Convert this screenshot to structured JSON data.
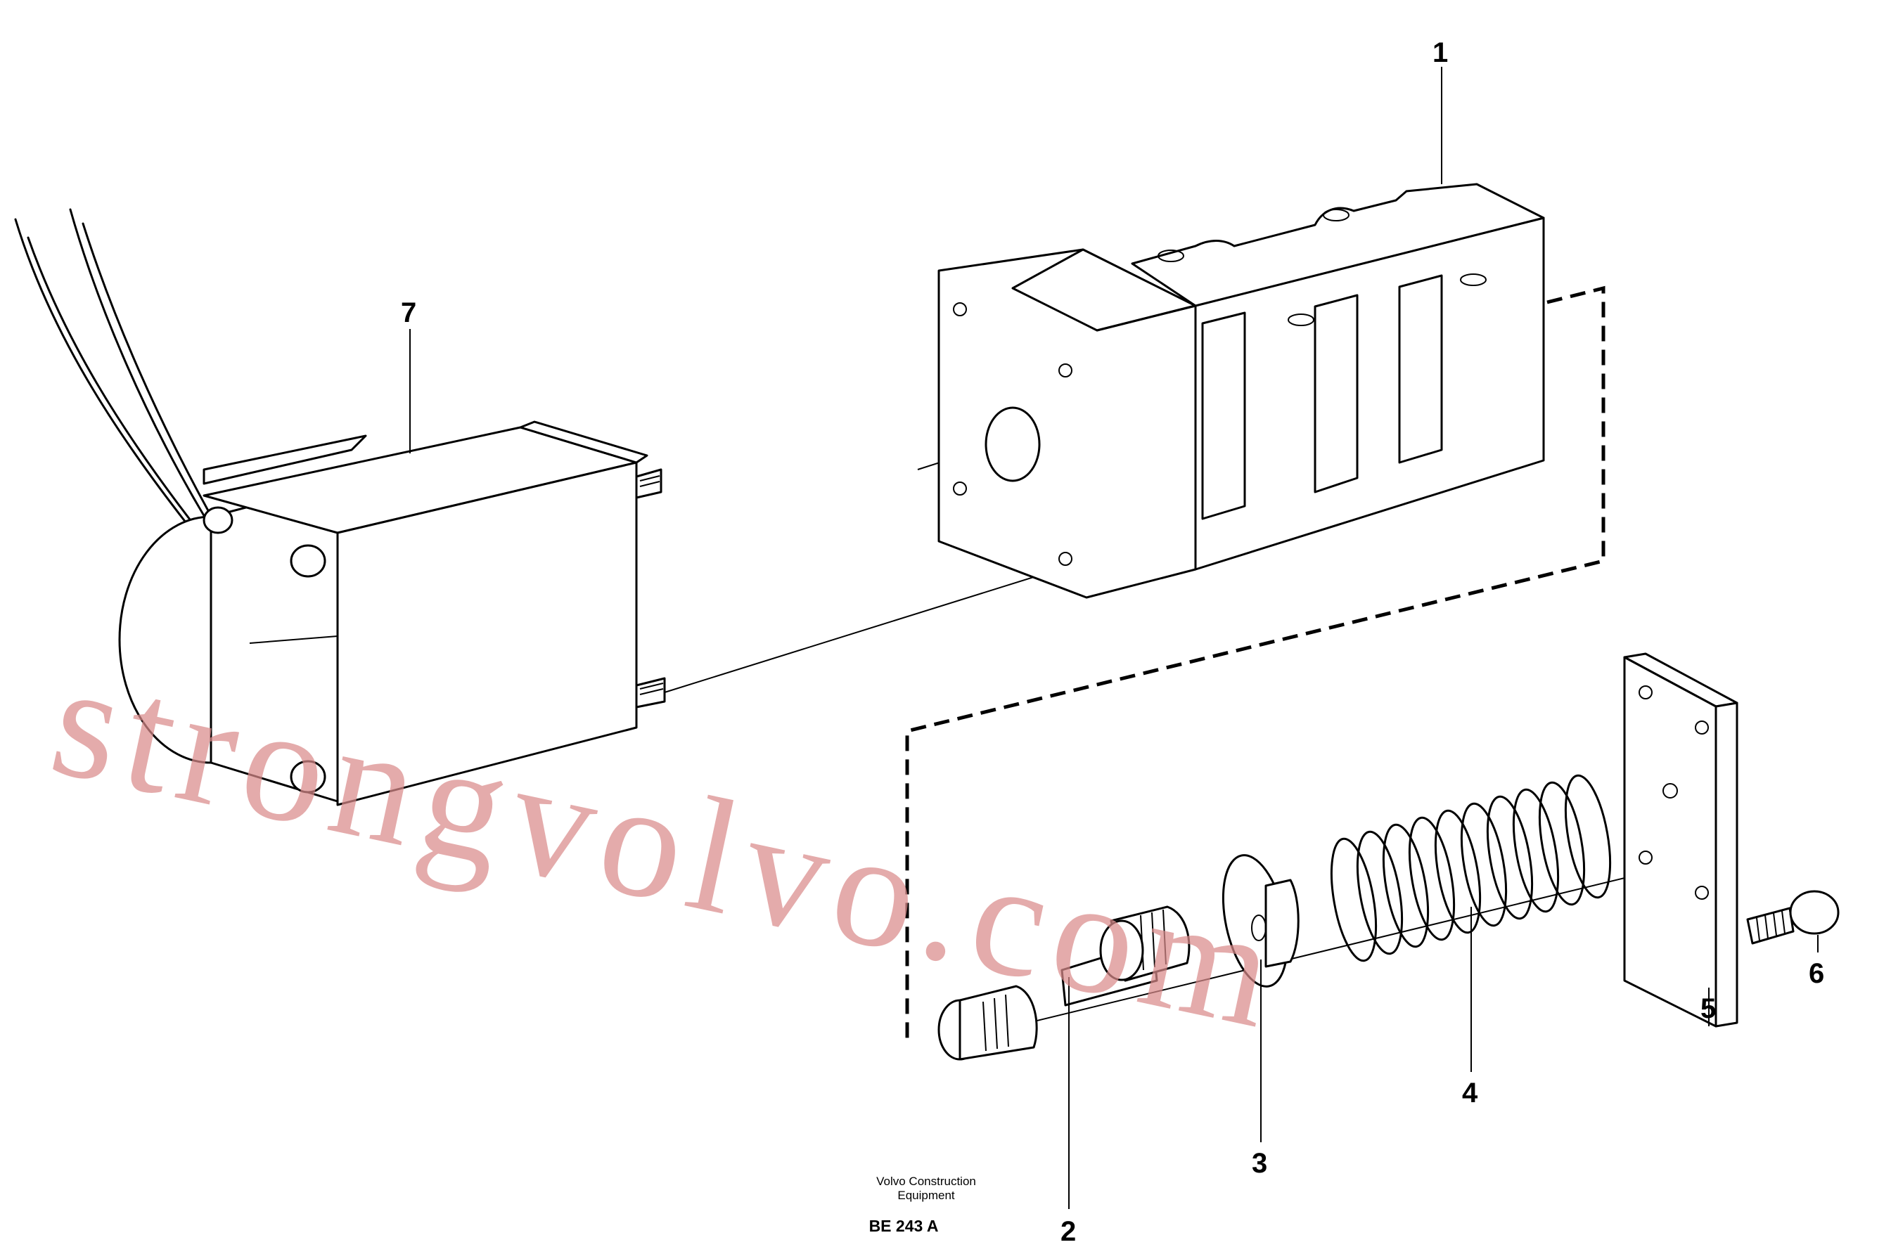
{
  "diagram": {
    "callouts": [
      {
        "id": "1",
        "label": "1"
      },
      {
        "id": "2",
        "label": "2"
      },
      {
        "id": "3",
        "label": "3"
      },
      {
        "id": "4",
        "label": "4"
      },
      {
        "id": "5",
        "label": "5"
      },
      {
        "id": "6",
        "label": "6"
      },
      {
        "id": "7",
        "label": "7"
      }
    ],
    "footer": {
      "line1": "Volvo Construction",
      "line2": "Equipment",
      "code": "BE 243 A"
    },
    "watermark": "strongvolvo.com"
  }
}
